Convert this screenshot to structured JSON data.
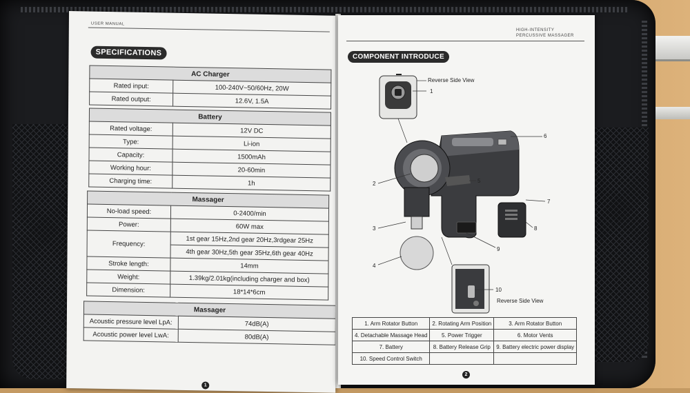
{
  "left_page": {
    "header": "USER MANUAL",
    "section_title": "SPECIFICATIONS",
    "page_number": "1",
    "groups": [
      {
        "title": "AC Charger",
        "rows": [
          {
            "label": "Rated input:",
            "value": "100-240V~50/60Hz, 20W"
          },
          {
            "label": "Rated output:",
            "value": "12.6V, 1.5A"
          }
        ]
      },
      {
        "title": "Battery",
        "rows": [
          {
            "label": "Rated voltage:",
            "value": "12V DC"
          },
          {
            "label": "Type:",
            "value": "Li-ion"
          },
          {
            "label": "Capacity:",
            "value": "1500mAh"
          },
          {
            "label": "Working hour:",
            "value": "20-60min"
          },
          {
            "label": "Charging time:",
            "value": "1h"
          }
        ]
      },
      {
        "title": "Massager",
        "rows": [
          {
            "label": "No-load speed:",
            "value": "0-2400/min"
          },
          {
            "label": "Power:",
            "value": "60W max"
          },
          {
            "label": "Frequency:",
            "value": "1st gear 15Hz,2nd gear 20Hz,3rdgear 25Hz",
            "value2": "4th gear 30Hz,5th gear 35Hz,6th gear 40Hz"
          },
          {
            "label": "Stroke length:",
            "value": "14mm"
          },
          {
            "label": "Weight:",
            "value": "1.39kg/2.01kg(including charger and box)"
          },
          {
            "label": "Dimension:",
            "value": "18*14*6cm"
          }
        ]
      },
      {
        "title": "Massager",
        "rows": [
          {
            "label": "Acoustic pressure level LpA:",
            "value": "74dB(A)"
          },
          {
            "label": "Acoustic power level LwA:",
            "value": "80dB(A)"
          }
        ]
      }
    ]
  },
  "right_page": {
    "header_line1": "HIGH-INTENSITY",
    "header_line2": "PERCUSSIVE MASSAGER",
    "section_title": "COMPONENT INTRODUCE",
    "page_number": "2",
    "reverse_view_top": "Reverse Side View",
    "reverse_view_bottom": "Reverse Side View",
    "callouts": [
      "1",
      "2",
      "3",
      "4",
      "5",
      "6",
      "7",
      "8",
      "9",
      "10"
    ],
    "parts": [
      [
        "1. Arm Rotator Button",
        "2. Rotating Arm Position",
        "3. Arm Rotator Button"
      ],
      [
        "4. Detachable Massage Head",
        "5. Power Trigger",
        "6. Motor Vents"
      ],
      [
        "7. Battery",
        "8. Battery Release Grip",
        "9. Battery electric power display"
      ],
      [
        "10. Speed Control Switch",
        "",
        ""
      ]
    ]
  }
}
